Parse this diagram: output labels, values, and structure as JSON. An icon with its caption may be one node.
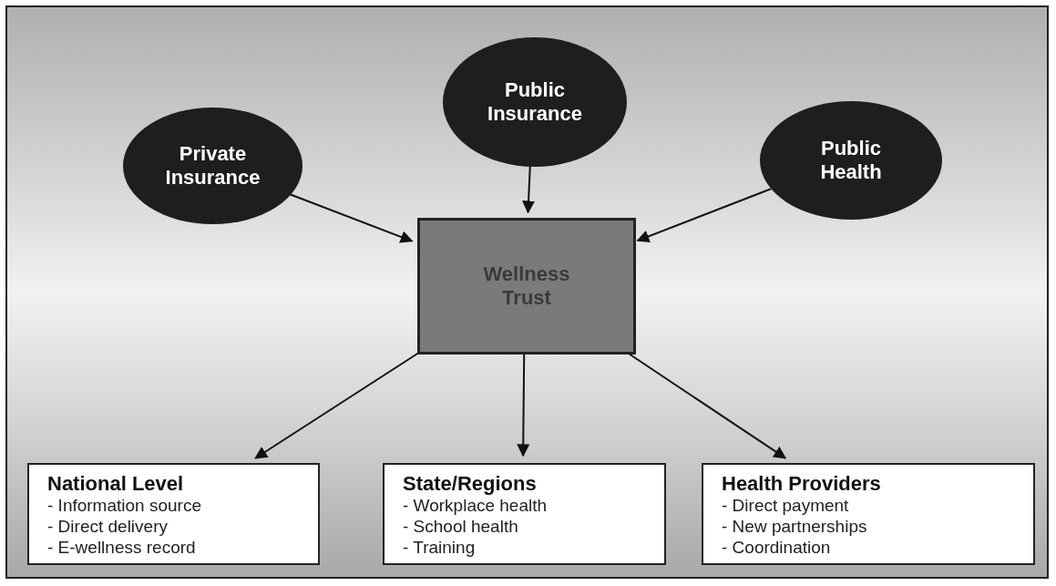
{
  "diagram": {
    "nodes": [
      {
        "text": [
          "Private Insurance"
        ]
      },
      {
        "text": [
          "Public Insurance"
        ]
      },
      {
        "text": [
          "Public Health"
        ]
      },
      {
        "text": [
          "Wellness Trust"
        ]
      },
      {
        "text": [
          "National Level",
          "- Information source",
          "- Direct delivery",
          "- E-wellness record"
        ]
      },
      {
        "text": [
          "State/Regions",
          "- Workplace health",
          "- School health",
          "- Training"
        ]
      },
      {
        "text": [
          "Health Providers",
          "- Direct payment",
          "- New partnerships",
          "- Coordination"
        ]
      }
    ],
    "edges": [
      {
        "from": 0,
        "to": 3,
        "arrow": "to"
      },
      {
        "from": 1,
        "to": 3,
        "arrow": "to"
      },
      {
        "from": 2,
        "to": 3,
        "arrow": "to"
      },
      {
        "from": 3,
        "to": 4,
        "arrow": "to"
      },
      {
        "from": 3,
        "to": 5,
        "arrow": "to"
      },
      {
        "from": 3,
        "to": 6,
        "arrow": "to"
      }
    ]
  }
}
